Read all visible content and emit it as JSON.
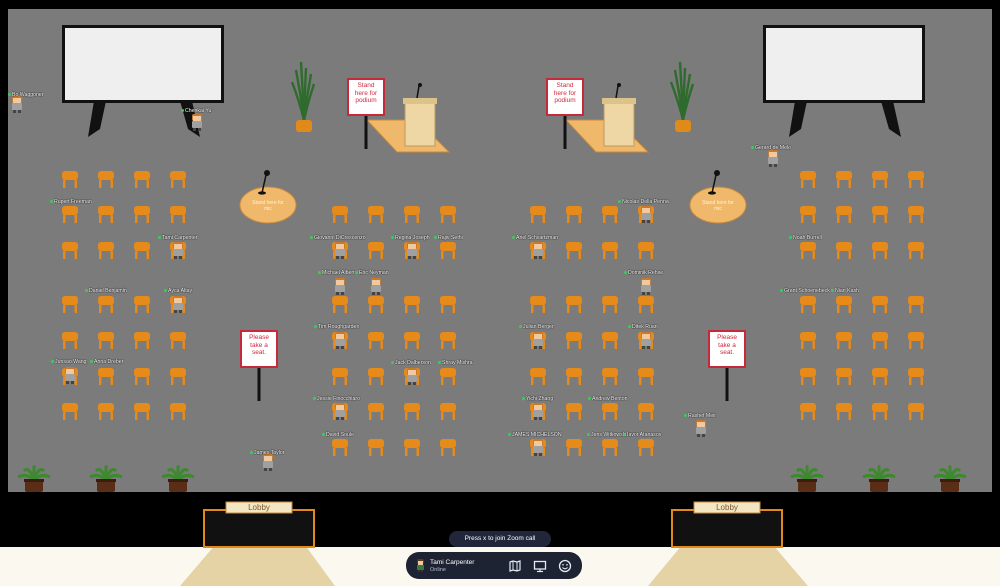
{
  "podium_sign": "Stand\nhere for\npodium",
  "mic_spot": "Stand here for\nmic",
  "seat_sign": "Please\ntake a\nseat.",
  "lobby_label": "Lobby",
  "zoom_hint": "Press x to join Zoom call",
  "user": {
    "name": "Tami Carpenter",
    "status": "Online"
  },
  "toolbar_icons": [
    "map-icon",
    "screen-share-icon",
    "emoji-icon"
  ],
  "participants": [
    "Bo Waggoner",
    "Chenkai Yu",
    "Gerard de Melo",
    "Rupert Freeman",
    "Tami Carpenter",
    "Daniel Benjamin",
    "Ayca Altay",
    "Junsao Wang",
    "Anna Dreber",
    "James Taylor",
    "Giovanni DiCrescenzo",
    "Regina Joseph",
    "Rajiv Sethi",
    "Michael Albert",
    "Eric Neyman",
    "Tim Roughgarden",
    "Jack Dalberson",
    "Shray Mishra",
    "Jessie Finocchiaro",
    "David Soule",
    "Nicolas Della Penna",
    "Ariel Schvartzman",
    "Dominik Rehse",
    "Julian Berger",
    "Ditek Ruan",
    "Yichi Zhang",
    "Andrew Benton",
    "JAMES MICHELSON",
    "Jens Witkowski",
    "Iavor Atanasov",
    "Rashef Meir",
    "Noah Burrell",
    "Grant Schoenebeck",
    "Nian Kash"
  ]
}
